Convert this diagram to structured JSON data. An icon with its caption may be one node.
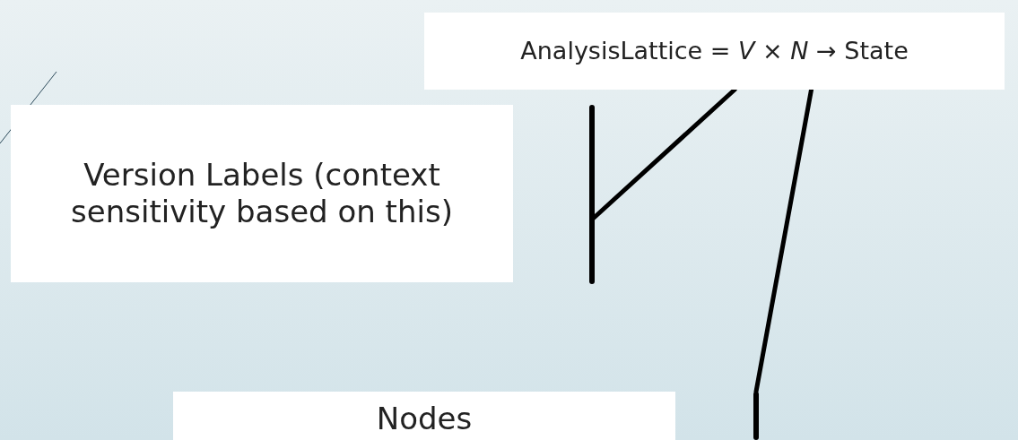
{
  "diagram": {
    "nodes": [
      {
        "text": [
          "AnalysisLattice = *V* × *N* → State"
        ]
      },
      {
        "text": [
          "Version Labels (context sensitivity based on this)"
        ]
      },
      {
        "text": [
          "Nodes"
        ]
      },
      {
        "text": [],
        "shape": "bar"
      },
      {
        "text": [],
        "shape": "bar"
      }
    ],
    "edges": [
      {
        "from": 0,
        "to": 3,
        "arrow": "none"
      },
      {
        "from": 0,
        "to": 4,
        "arrow": "none"
      }
    ]
  }
}
